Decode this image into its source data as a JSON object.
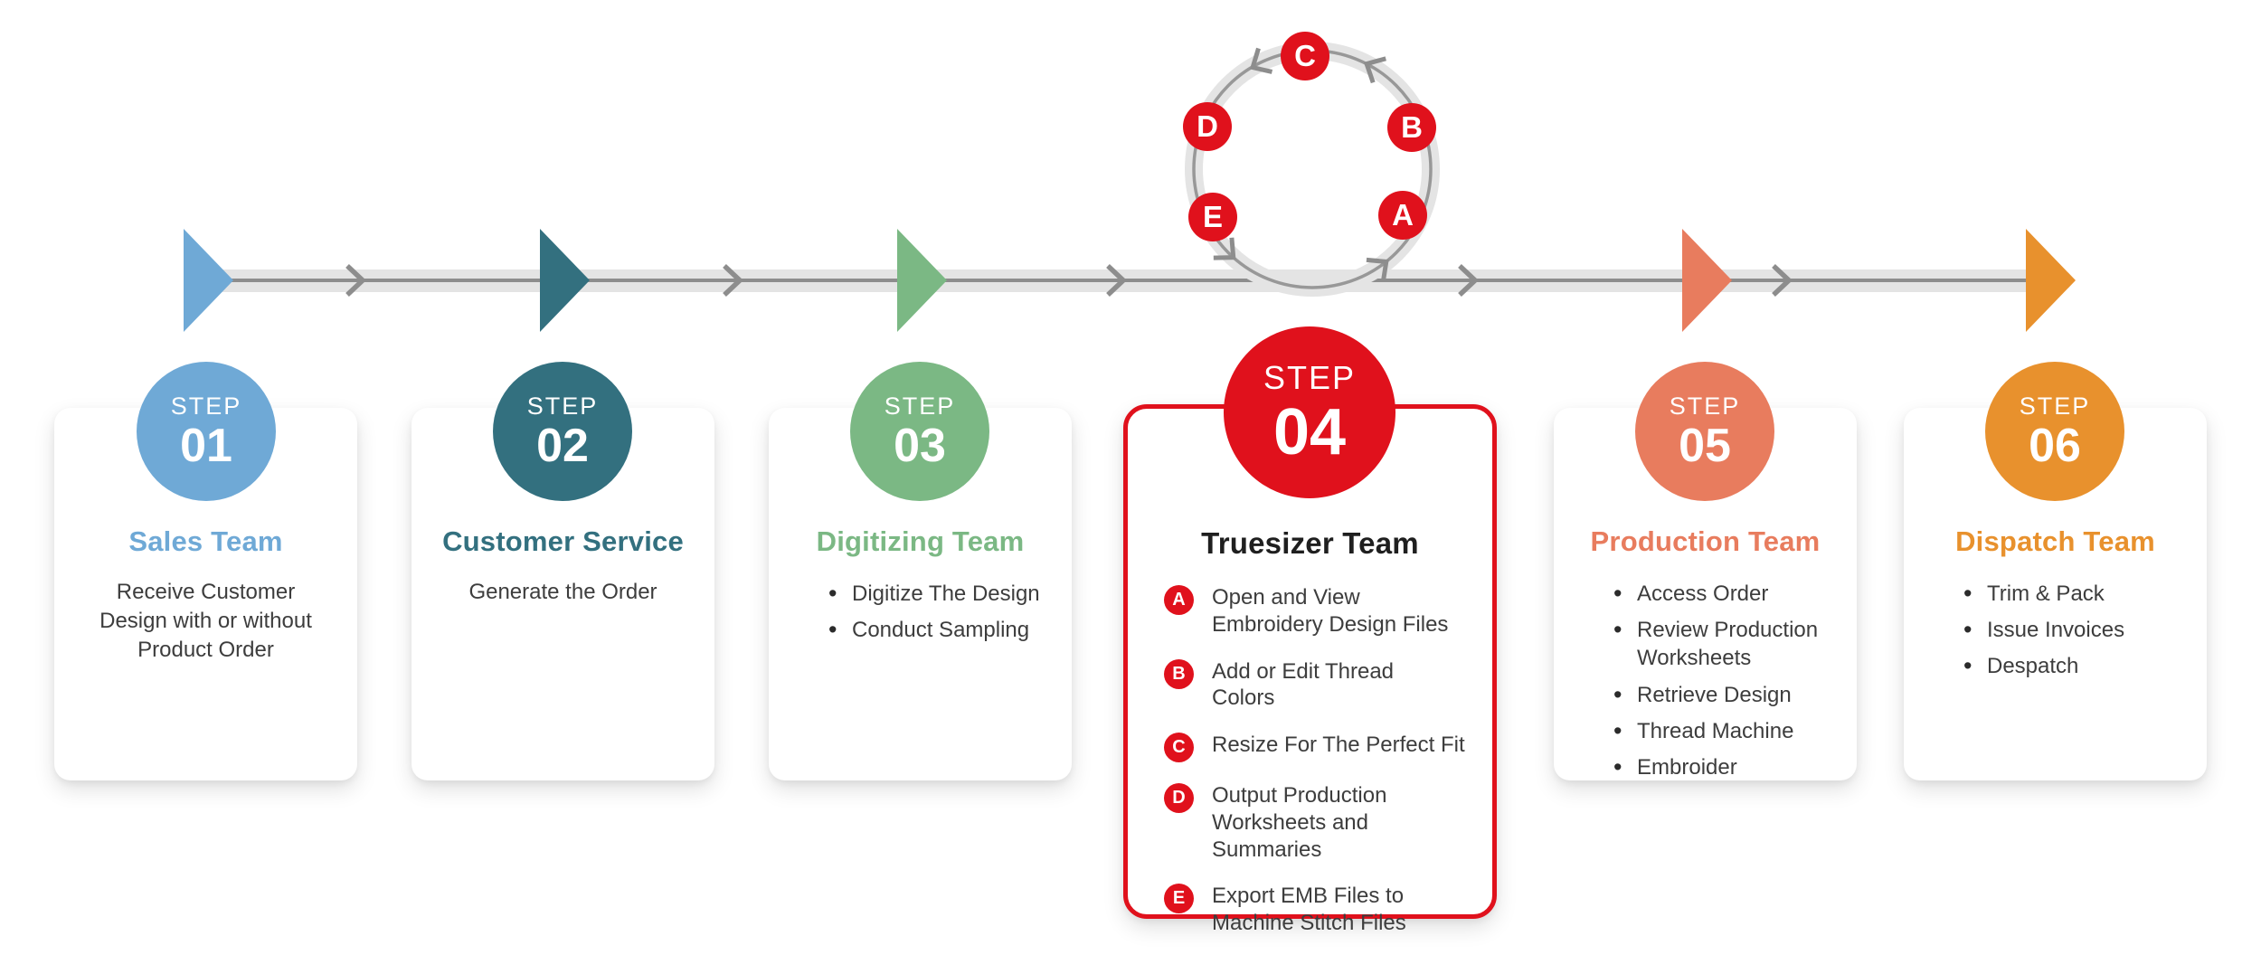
{
  "colors": {
    "blue": "#6FA9D6",
    "teal": "#33707F",
    "green": "#7BB884",
    "red": "#E0111C",
    "coral": "#E87C5E",
    "orange": "#E8912D",
    "timeline_band": "#E4E4E4",
    "timeline_line": "#8D8D8D",
    "body_text": "#3D3D3D",
    "card_background": "#FFFFFF"
  },
  "loop": {
    "badges": [
      "A",
      "B",
      "C",
      "D",
      "E"
    ]
  },
  "cards": [
    {
      "step_label": "STEP",
      "step_number": "01",
      "title": "Sales Team",
      "body": "Receive Customer Design with or without Product Order"
    },
    {
      "step_label": "STEP",
      "step_number": "02",
      "title": "Customer Service",
      "body": "Generate the Order"
    },
    {
      "step_label": "STEP",
      "step_number": "03",
      "title": "Digitizing Team",
      "bullets": [
        "Digitize The Design",
        "Conduct Sampling"
      ]
    },
    {
      "step_label": "STEP",
      "step_number": "04",
      "title": "Truesizer Team",
      "items": [
        {
          "label": "A",
          "lines": [
            "Open and View",
            "Embroidery Design Files"
          ]
        },
        {
          "label": "B",
          "lines": [
            "Add or Edit Thread",
            "Colors"
          ]
        },
        {
          "label": "C",
          "lines": [
            "Resize For The Perfect Fit"
          ]
        },
        {
          "label": "D",
          "lines": [
            "Output Production",
            "Worksheets and Summaries"
          ]
        },
        {
          "label": "E",
          "lines": [
            "Export EMB Files to",
            "Machine Stitch Files"
          ]
        }
      ]
    },
    {
      "step_label": "STEP",
      "step_number": "05",
      "title": "Production Team",
      "bullets": [
        "Access Order",
        "Review Production Worksheets",
        "Retrieve Design",
        "Thread Machine",
        "Embroider"
      ]
    },
    {
      "step_label": "STEP",
      "step_number": "06",
      "title": "Dispatch Team",
      "bullets": [
        "Trim & Pack",
        "Issue Invoices",
        "Despatch"
      ]
    }
  ]
}
